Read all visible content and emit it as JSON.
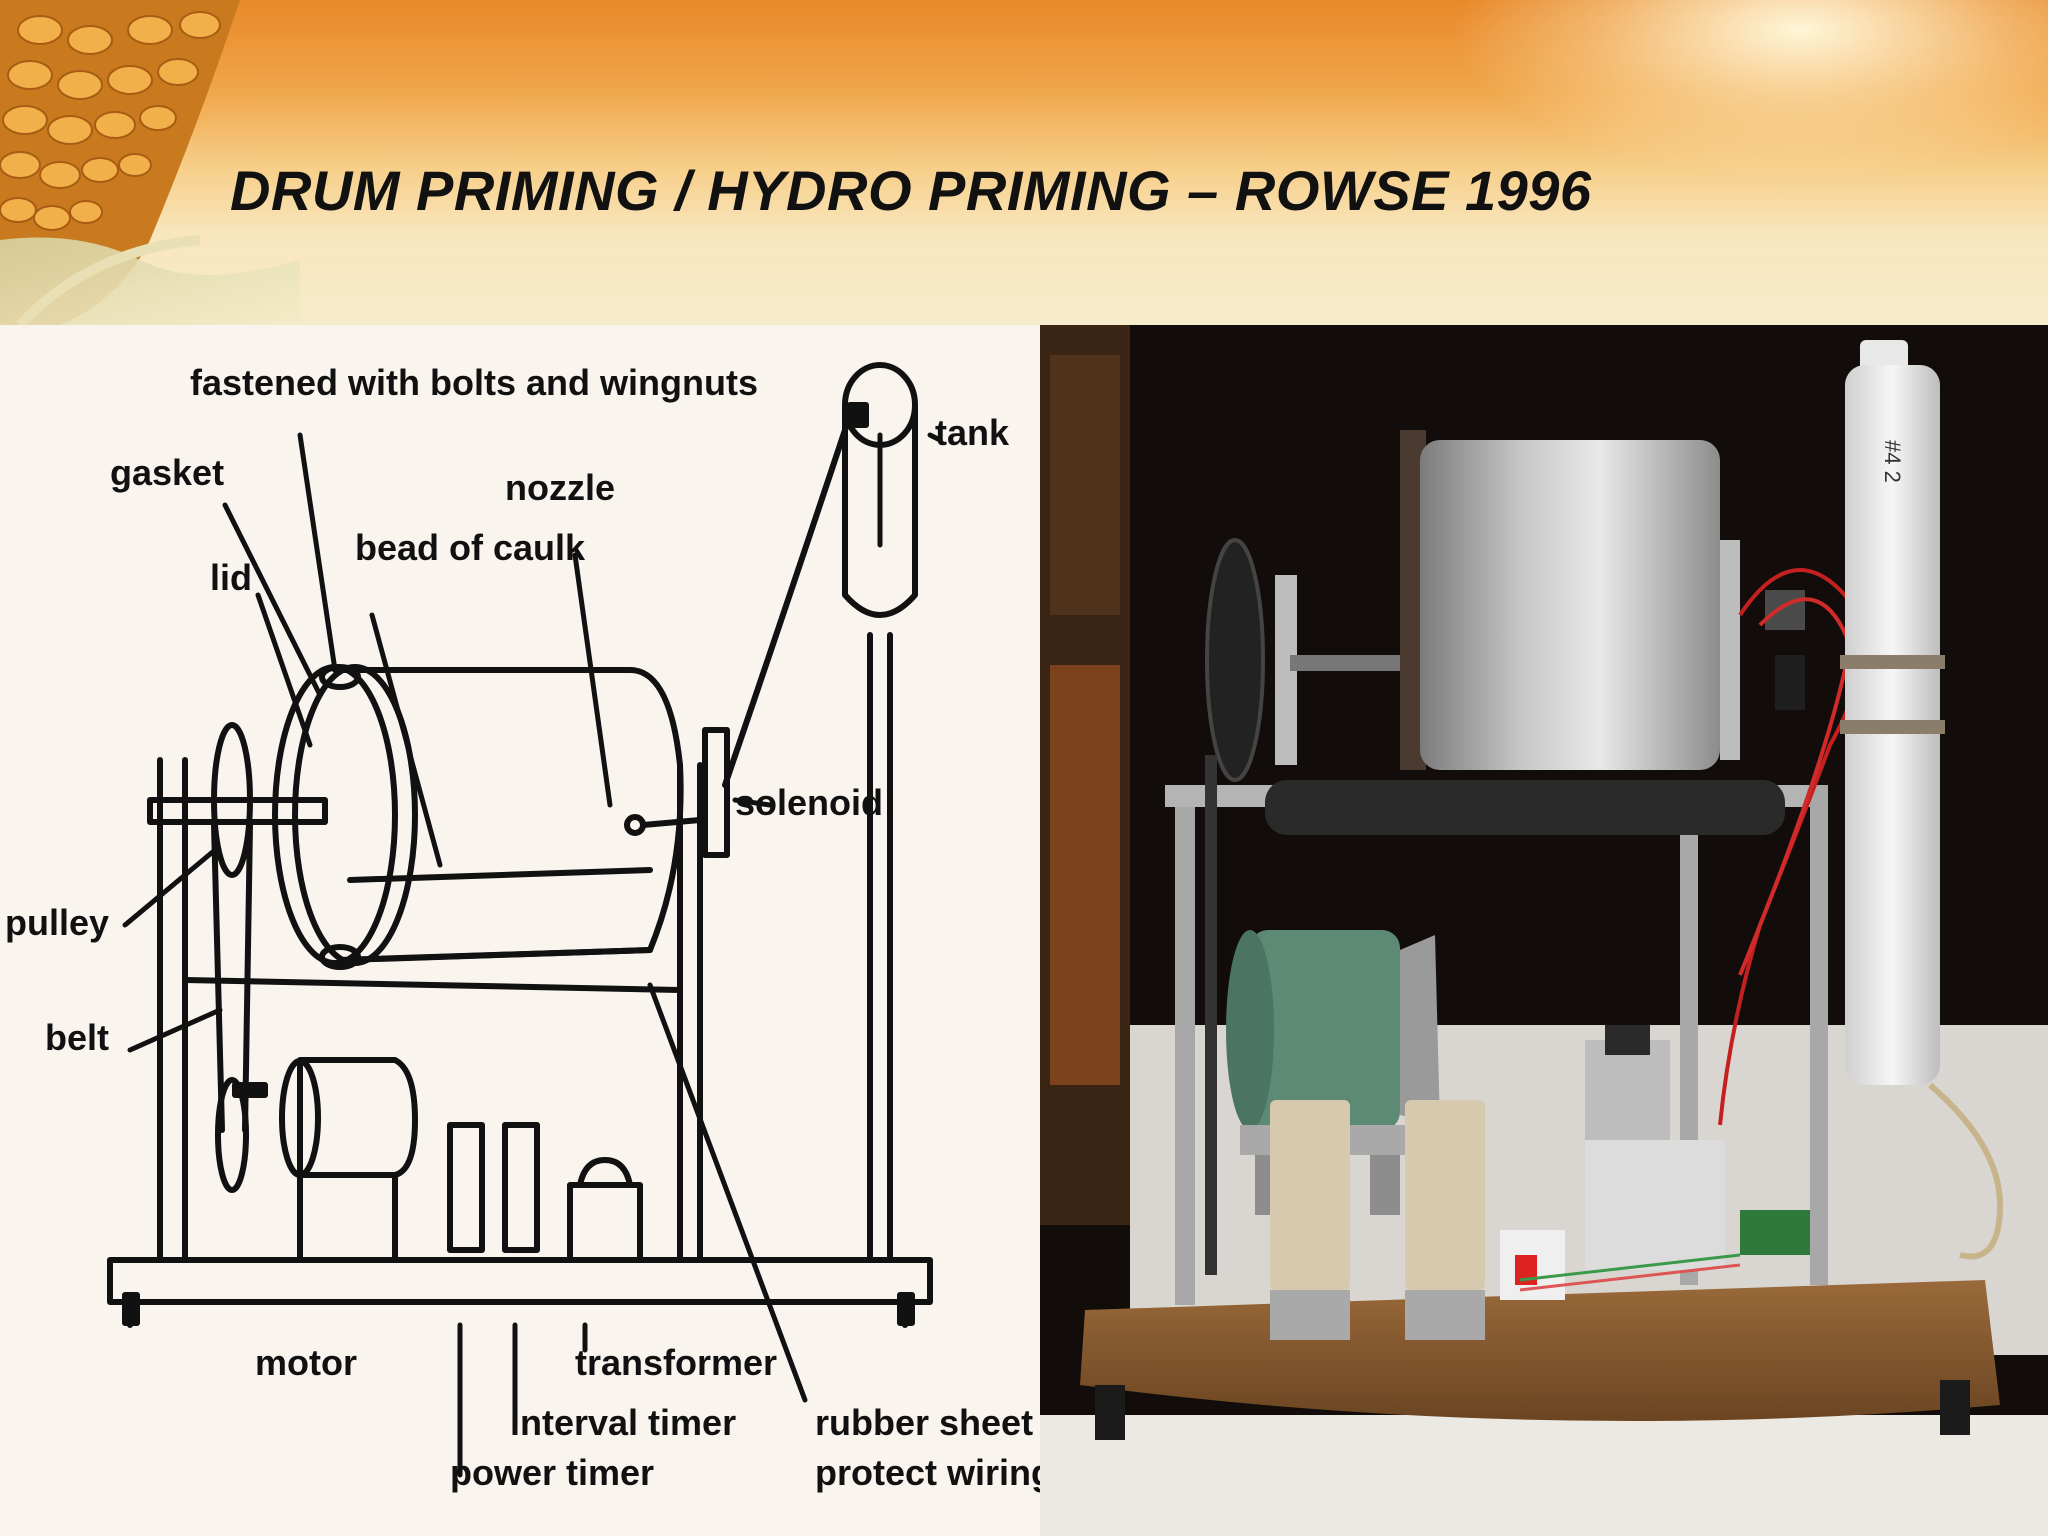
{
  "slide": {
    "title": "DRUM PRIMING / HYDRO PRIMING – ROWSE 1996"
  },
  "diagram": {
    "labels": {
      "fastened": "fastened with bolts and wingnuts",
      "tank": "tank",
      "gasket": "gasket",
      "nozzle": "nozzle",
      "bead_of_caulk": "bead of caulk",
      "lid": "lid",
      "solenoid": "solenoid",
      "pulley": "pulley",
      "belt": "belt",
      "motor": "motor",
      "transformer": "transformer",
      "interval_timer": "interval timer",
      "power_timer": "power timer",
      "rubber_sheet_1": "rubber sheet to",
      "rubber_sheet_2": "protect wiring"
    }
  },
  "photo": {
    "tank_marking": "#4 2"
  },
  "colors": {
    "header_top": "#e8892a",
    "header_bottom": "#f6ebcb",
    "diagram_bg": "#f9f4ee",
    "photo_bg": "#1a1410"
  }
}
